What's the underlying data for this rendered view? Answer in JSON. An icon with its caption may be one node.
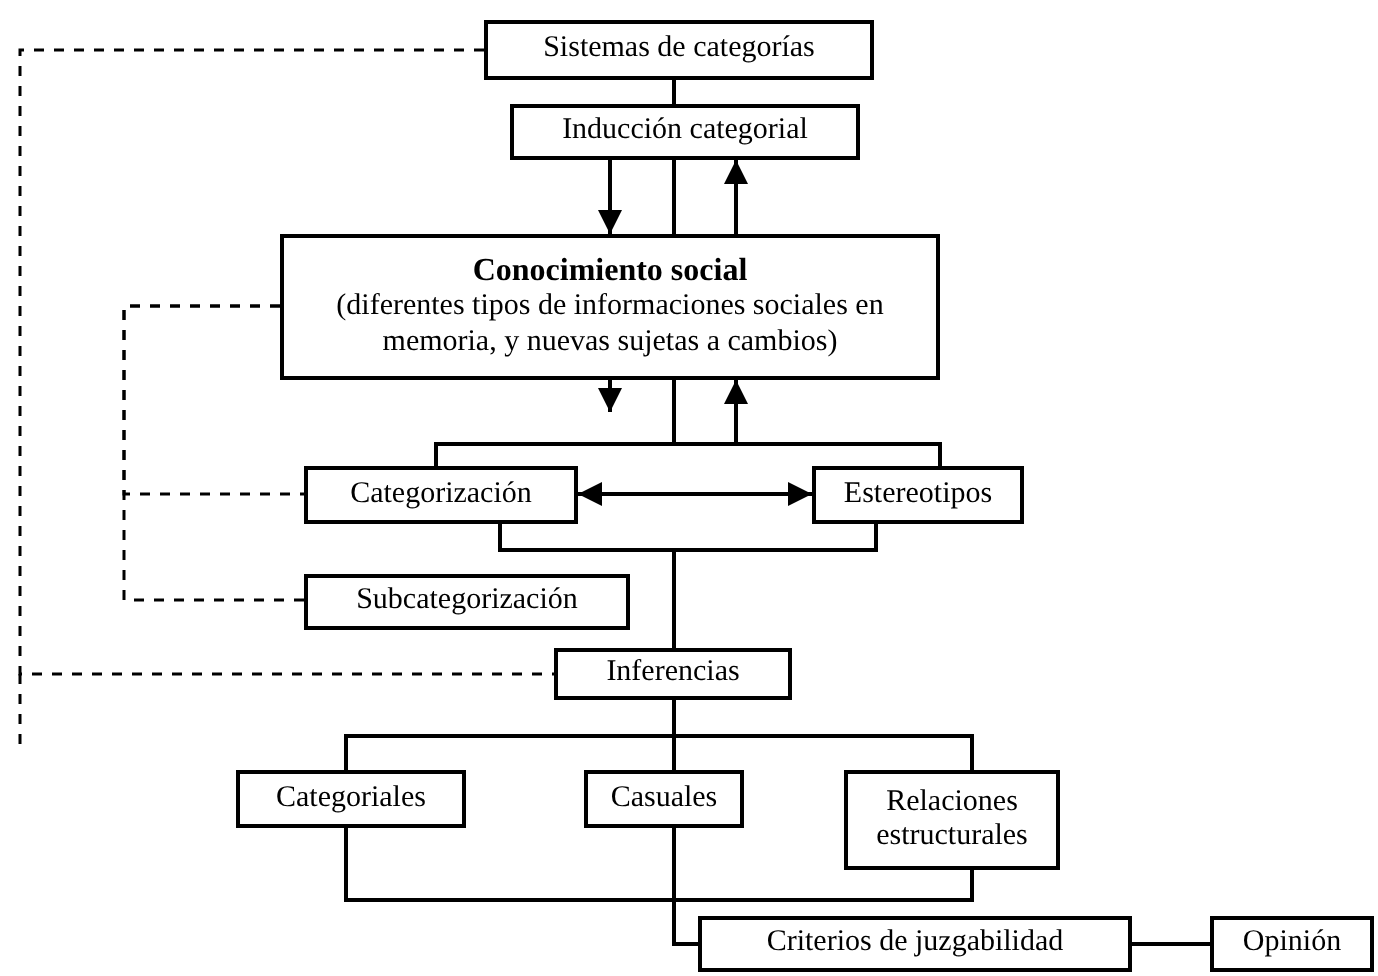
{
  "diagram": {
    "nodes": [
      {
        "text": [
          "Sistemas de categorías"
        ]
      },
      {
        "text": [
          "Inducción categorial"
        ]
      },
      {
        "text": [
          "Conocimiento social",
          "(diferentes tipos de informaciones sociales en memoria, y nuevas sujetas a cambios)"
        ]
      },
      {
        "text": [
          "Categorización"
        ]
      },
      {
        "text": [
          "Estereotipos"
        ]
      },
      {
        "text": [
          "Subcategorización"
        ]
      },
      {
        "text": [
          "Inferencias"
        ]
      },
      {
        "text": [
          "Categoriales"
        ]
      },
      {
        "text": [
          "Casuales"
        ]
      },
      {
        "text": [
          "Relaciones estructurales"
        ]
      },
      {
        "text": [
          "Criterios de juzgabilidad"
        ]
      },
      {
        "text": [
          "Opinión"
        ]
      }
    ],
    "edges": [
      {
        "from": 0,
        "to": 1,
        "arrow": "none"
      },
      {
        "from": 1,
        "to": 2,
        "arrow": "to"
      },
      {
        "from": 1,
        "to": 2,
        "arrow": "none"
      },
      {
        "from": 2,
        "to": 1,
        "arrow": "to"
      },
      {
        "from": 2,
        "to": null,
        "arrow": "to"
      },
      {
        "from": null,
        "to": 2,
        "arrow": "to"
      },
      {
        "from": 2,
        "to": 3,
        "arrow": "none"
      },
      {
        "from": 2,
        "to": 4,
        "arrow": "none"
      },
      {
        "from": 3,
        "to": 4,
        "arrow": "both"
      },
      {
        "from": 3,
        "to": 6,
        "arrow": "none"
      },
      {
        "from": 4,
        "to": 6,
        "arrow": "none"
      },
      {
        "from": 6,
        "to": 7,
        "arrow": "none"
      },
      {
        "from": 6,
        "to": 8,
        "arrow": "none"
      },
      {
        "from": 6,
        "to": 9,
        "arrow": "none"
      },
      {
        "from": 7,
        "to": 10,
        "arrow": "none"
      },
      {
        "from": 8,
        "to": 10,
        "arrow": "none"
      },
      {
        "from": 9,
        "to": 10,
        "arrow": "none"
      },
      {
        "from": 10,
        "to": 11,
        "arrow": "none"
      },
      {
        "from": 0,
        "to": 6,
        "arrow": "none",
        "style": "dashed"
      },
      {
        "from": 2,
        "to": 3,
        "arrow": "none",
        "style": "dashed"
      },
      {
        "from": 2,
        "to": 5,
        "arrow": "none",
        "style": "dashed"
      }
    ]
  }
}
